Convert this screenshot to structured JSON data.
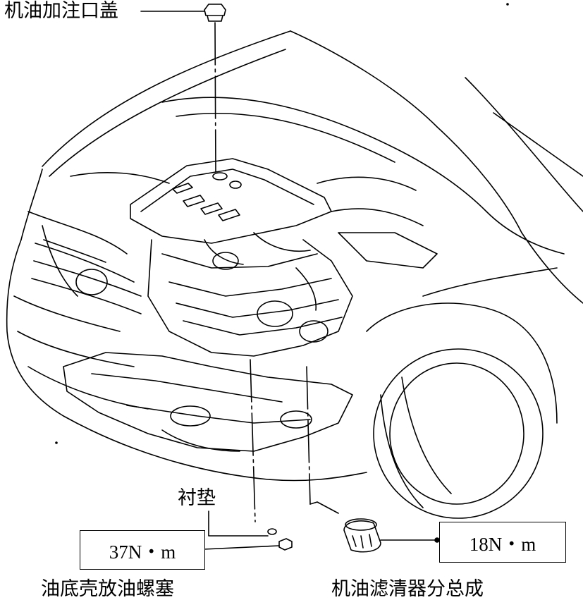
{
  "labels": {
    "oil_filler_cap": "机油加注口盖",
    "gasket": "衬垫",
    "drain_plug": "油底壳放油螺塞",
    "oil_filter": "机油滤清器分总成"
  },
  "torques": {
    "drain_plug": "37N・m",
    "oil_filter": "18N・m"
  },
  "colors": {
    "line": "#000000",
    "background": "#ffffff"
  }
}
